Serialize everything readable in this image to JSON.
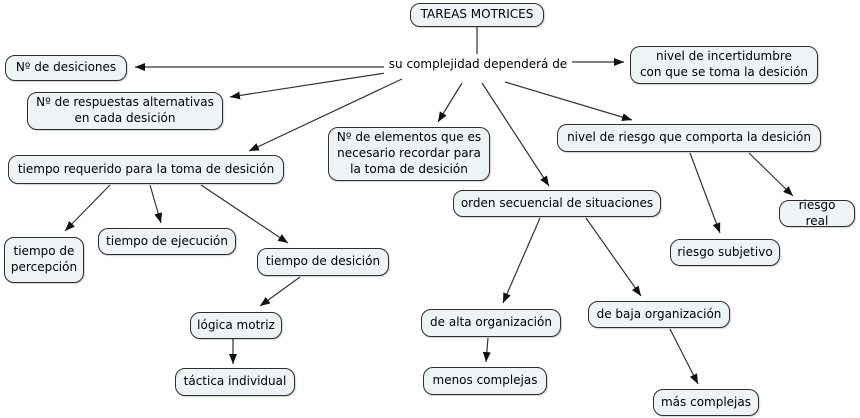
{
  "diagram": {
    "kind": "concept-map",
    "colors": {
      "node_fill": "#eef3f6",
      "node_border": "#2e2e2e",
      "edge": "#333333",
      "text": "#000000",
      "background": "#ffffff"
    }
  },
  "nodes": [
    {
      "id": "root",
      "label": "TAREAS MOTRICES"
    },
    {
      "id": "linking",
      "label": "su complejidad dependerá de"
    },
    {
      "id": "num-desiciones",
      "label": "Nº de desiciones"
    },
    {
      "id": "respuestas-alternativas",
      "label": "Nº de respuestas alternativas\nen cada desición"
    },
    {
      "id": "tiempo-requerido",
      "label": "tiempo requerido para la toma de desición"
    },
    {
      "id": "num-elementos",
      "label": "Nº de elementos que es\nnecesario recordar para\nla toma de desición"
    },
    {
      "id": "nivel-incertidumbre",
      "label": "nivel de incertidumbre\ncon que se toma la desición"
    },
    {
      "id": "nivel-riesgo",
      "label": "nivel de riesgo que comporta la desición"
    },
    {
      "id": "orden-secuencial",
      "label": "orden secuencial de situaciones"
    },
    {
      "id": "tiempo-percepcion",
      "label": "tiempo de\npercepción"
    },
    {
      "id": "tiempo-ejecucion",
      "label": "tiempo de ejecución"
    },
    {
      "id": "tiempo-desicion",
      "label": "tiempo de desición"
    },
    {
      "id": "logica-motriz",
      "label": "lógica motriz"
    },
    {
      "id": "tactica-individual",
      "label": "táctica individual"
    },
    {
      "id": "alta-organizacion",
      "label": "de alta organización"
    },
    {
      "id": "baja-organizacion",
      "label": "de baja organización"
    },
    {
      "id": "menos-complejas",
      "label": "menos complejas"
    },
    {
      "id": "mas-complejas",
      "label": "más complejas"
    },
    {
      "id": "riesgo-subjetivo",
      "label": "riesgo subjetivo"
    },
    {
      "id": "riesgo-real",
      "label": "riesgo real"
    }
  ],
  "edges": [
    {
      "from": "root",
      "to": "linking",
      "arrow": false
    },
    {
      "from": "linking",
      "to": "num-desiciones",
      "arrow": true
    },
    {
      "from": "linking",
      "to": "respuestas-alternativas",
      "arrow": true
    },
    {
      "from": "linking",
      "to": "tiempo-requerido",
      "arrow": true
    },
    {
      "from": "linking",
      "to": "num-elementos",
      "arrow": true
    },
    {
      "from": "linking",
      "to": "orden-secuencial",
      "arrow": true
    },
    {
      "from": "linking",
      "to": "nivel-riesgo",
      "arrow": true
    },
    {
      "from": "linking",
      "to": "nivel-incertidumbre",
      "arrow": true
    },
    {
      "from": "tiempo-requerido",
      "to": "tiempo-percepcion",
      "arrow": true
    },
    {
      "from": "tiempo-requerido",
      "to": "tiempo-ejecucion",
      "arrow": true
    },
    {
      "from": "tiempo-requerido",
      "to": "tiempo-desicion",
      "arrow": true
    },
    {
      "from": "tiempo-desicion",
      "to": "logica-motriz",
      "arrow": true
    },
    {
      "from": "logica-motriz",
      "to": "tactica-individual",
      "arrow": true
    },
    {
      "from": "orden-secuencial",
      "to": "alta-organizacion",
      "arrow": true
    },
    {
      "from": "orden-secuencial",
      "to": "baja-organizacion",
      "arrow": true
    },
    {
      "from": "alta-organizacion",
      "to": "menos-complejas",
      "arrow": true
    },
    {
      "from": "baja-organizacion",
      "to": "mas-complejas",
      "arrow": true
    },
    {
      "from": "nivel-riesgo",
      "to": "riesgo-subjetivo",
      "arrow": true
    },
    {
      "from": "nivel-riesgo",
      "to": "riesgo-real",
      "arrow": true
    }
  ]
}
